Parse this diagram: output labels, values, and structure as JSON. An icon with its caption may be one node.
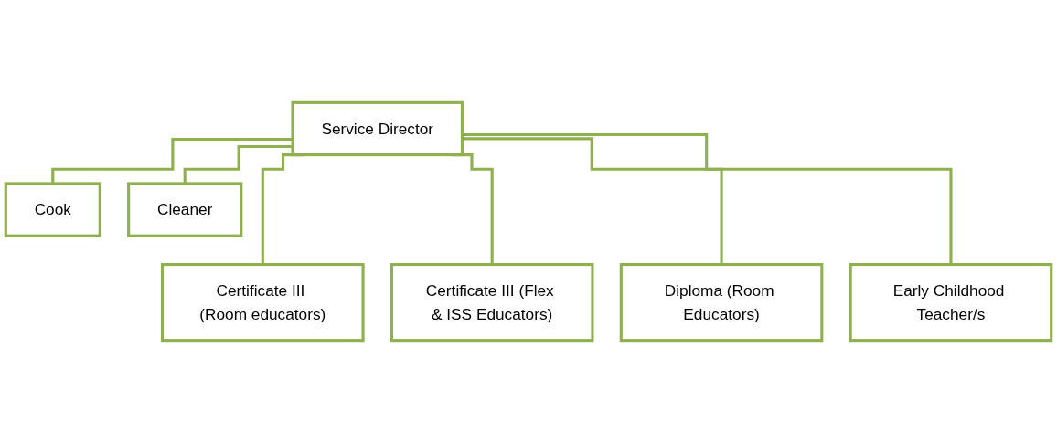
{
  "diagram": {
    "nodes": [
      {
        "text": [
          "Service Director"
        ]
      },
      {
        "text": [
          "Cook"
        ]
      },
      {
        "text": [
          "Cleaner"
        ]
      },
      {
        "text": [
          "Certificate III (Room educators)"
        ]
      },
      {
        "text": [
          "Certificate III (Flex & ISS Educators)"
        ]
      },
      {
        "text": [
          "Diploma (Room Educators)"
        ]
      },
      {
        "text": [
          "Early Childhood Teacher/s"
        ]
      }
    ],
    "edges": [
      {
        "from": 0,
        "to": 1,
        "arrow": "none"
      },
      {
        "from": 0,
        "to": 2,
        "arrow": "none"
      },
      {
        "from": 0,
        "to": 3,
        "arrow": "none"
      },
      {
        "from": 0,
        "to": 4,
        "arrow": "none"
      },
      {
        "from": 0,
        "to": 5,
        "arrow": "none"
      },
      {
        "from": 0,
        "to": 6,
        "arrow": "none"
      }
    ]
  }
}
